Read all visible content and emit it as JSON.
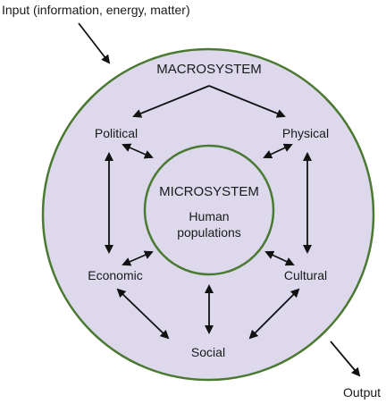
{
  "diagram": {
    "input_label": "Input (information, energy, matter)",
    "output_label": "Output",
    "macrosystem_label": "MACROSYSTEM",
    "microsystem_label": "MICROSYSTEM",
    "micro_line1": "Human",
    "micro_line2": "populations",
    "nodes": {
      "political": "Political",
      "physical": "Physical",
      "economic": "Economic",
      "cultural": "Cultural",
      "social": "Social"
    },
    "colors": {
      "outer_fill": "#ddd8ec",
      "inner_fill": "#ddd8ec",
      "circle_stroke": "#4a7a32",
      "arrow": "#111111"
    }
  }
}
